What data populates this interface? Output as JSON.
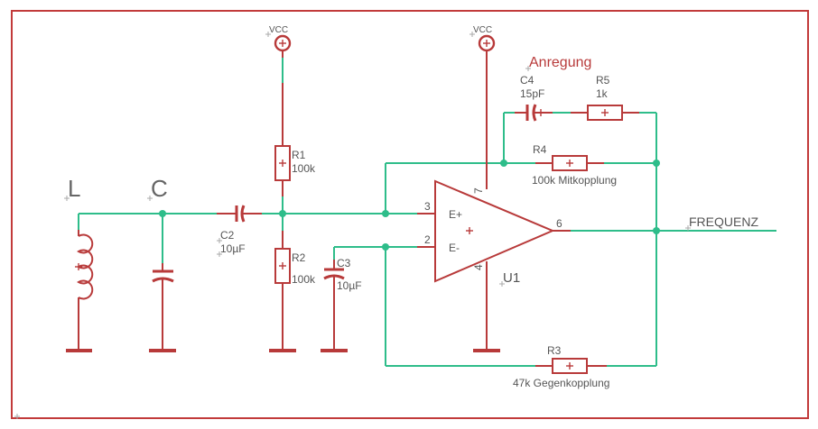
{
  "labels": {
    "L": "L",
    "C": "C",
    "vcc1": "VCC",
    "vcc2": "VCC",
    "anregung": "Anregung",
    "c4_name": "C4",
    "c4_value": "15pF",
    "r5_name": "R5",
    "r5_value": "1k",
    "r4_name": "R4",
    "r4_value": "100k Mitkopplung",
    "r1_name": "R1",
    "r1_value": "100k",
    "r2_name": "R2",
    "r2_value": "100k",
    "c2_name": "C2",
    "c2_value": "10µF",
    "c3_name": "C3",
    "c3_value": "10µF",
    "r3_name": "R3",
    "r3_value": "47k Gegenkopplung",
    "u1_name": "U1",
    "pin_3": "3",
    "pin_2": "2",
    "pin_6": "6",
    "pin_7": "7",
    "pin_4": "4",
    "in_plus": "E+",
    "in_minus": "E-",
    "net_out": "FREQUENZ"
  },
  "colors": {
    "frame": "#c23a3a",
    "wire": "#2ebd8a",
    "part": "#b83a3a",
    "text": "#555555"
  }
}
